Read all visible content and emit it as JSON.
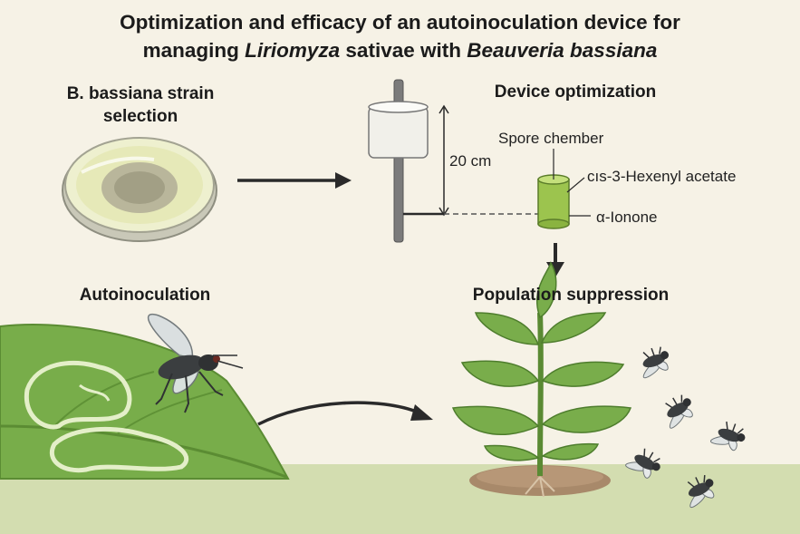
{
  "title": {
    "line1": "Optimization and efficacy of an autoinoculation device for",
    "line2_pre": "managing ",
    "line2_genus": "Liriomyza",
    "line2_mid": " sativae with ",
    "line2_species": "Beauveria bassiana"
  },
  "panels": {
    "strain": {
      "line1": "B. bassiana strain",
      "line2": "selection"
    },
    "device": {
      "heading": "Device optimization",
      "height_label": "20 cm",
      "chamber_label": "Spore chember",
      "attractant_1": "cıs-3-Hexenyl acetate",
      "attractant_2": "α-Ionone"
    },
    "autoinoculation": {
      "heading": "Autoinoculation"
    },
    "suppression": {
      "heading": "Population suppression"
    }
  },
  "colors": {
    "background": "#f6f2e6",
    "ground": "#d2dcae",
    "leaf": "#7aae4a",
    "chamber": "#9cc44e",
    "arrow": "#2a2a2a"
  }
}
